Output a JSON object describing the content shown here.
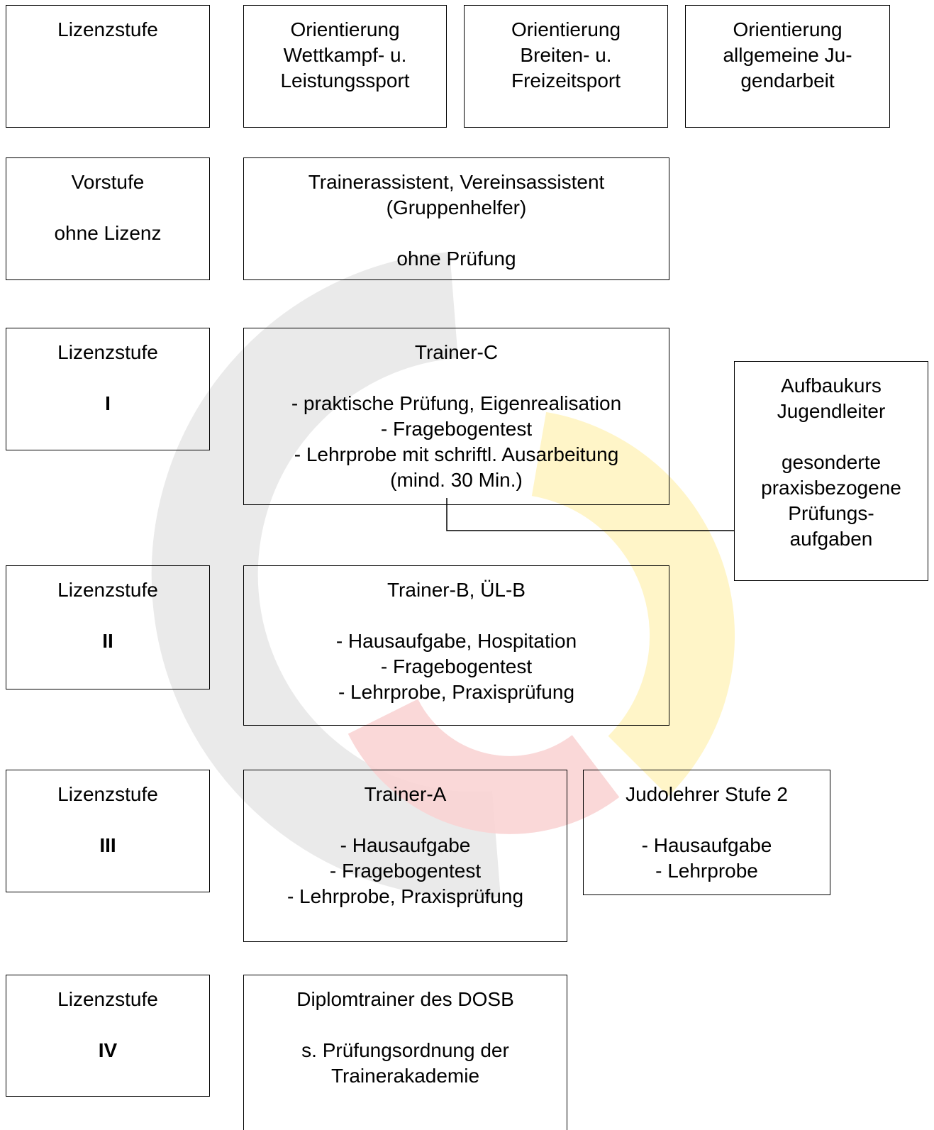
{
  "header": {
    "col_stage": [
      "Lizenzstufe"
    ],
    "col_competitive": [
      "Orientierung",
      "Wettkampf- u.",
      "Leistungssport"
    ],
    "col_recreational": [
      "Orientierung",
      "Breiten- u.",
      "Freizeitsport"
    ],
    "col_youth": [
      "Orientierung",
      "allgemeine Ju-",
      "gendarbeit"
    ]
  },
  "rows": {
    "pre": {
      "stage_title": "Vorstufe",
      "stage_sub": "ohne Lizenz",
      "content": [
        "Trainerassistent, Vereinsassistent",
        "(Gruppenhelfer)",
        "",
        "ohne Prüfung"
      ]
    },
    "level1": {
      "stage_title": "Lizenzstufe",
      "stage_numeral": "I",
      "content": [
        "Trainer-C",
        "",
        "- praktische Prüfung, Eigenrealisation",
        "- Fragebogentest",
        "- Lehrprobe mit schriftl. Ausarbeitung",
        "(mind. 30 Min.)"
      ],
      "side": [
        "Aufbaukurs",
        "Jugendleiter",
        "",
        "gesonderte",
        "praxisbezogene",
        "Prüfungs-",
        "aufgaben"
      ]
    },
    "level2": {
      "stage_title": "Lizenzstufe",
      "stage_numeral": "II",
      "content": [
        "Trainer-B, ÜL-B",
        "",
        "- Hausaufgabe, Hospitation",
        "- Fragebogentest",
        "- Lehrprobe, Praxisprüfung"
      ]
    },
    "level3": {
      "stage_title": "Lizenzstufe",
      "stage_numeral": "III",
      "content": [
        "Trainer-A",
        "",
        "- Hausaufgabe",
        "- Fragebogentest",
        "- Lehrprobe, Praxisprüfung"
      ],
      "side": [
        "Judolehrer Stufe 2",
        "",
        "- Hausaufgabe",
        "- Lehrprobe"
      ]
    },
    "level4": {
      "stage_title": "Lizenzstufe",
      "stage_numeral": "IV",
      "content": [
        "Diplomtrainer des DOSB",
        "",
        "s. Prüfungsordnung der",
        "Trainerakademie"
      ]
    }
  },
  "colors": {
    "border": "#000000",
    "watermark_gray": "#d9d9d9",
    "watermark_yellow": "#fff2b3",
    "watermark_red": "#f7c7c7"
  }
}
